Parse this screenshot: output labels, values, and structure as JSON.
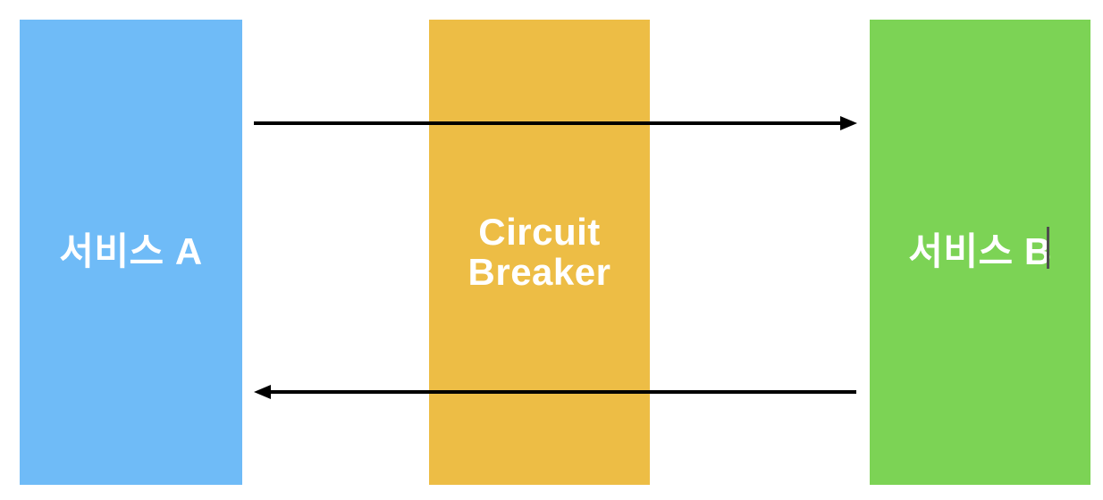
{
  "diagram": {
    "nodes": [
      {
        "id": "service-a",
        "label": "서비스 A",
        "color": "#6FBBF7"
      },
      {
        "id": "circuit-breaker",
        "label": "Circuit Breaker",
        "color": "#EDBD45"
      },
      {
        "id": "service-b",
        "label": "서비스 B",
        "color": "#7CD355"
      }
    ],
    "arrows": [
      {
        "id": "arrow-a-to-b",
        "from": "service-a",
        "to": "service-b",
        "direction": "right"
      },
      {
        "id": "arrow-b-to-a",
        "from": "service-b",
        "to": "service-a",
        "direction": "left"
      }
    ],
    "arrow_color": "#000000",
    "label_color": "#FFFFFF",
    "caret_color": "#4D4D4D",
    "background": "#FFFFFF"
  }
}
